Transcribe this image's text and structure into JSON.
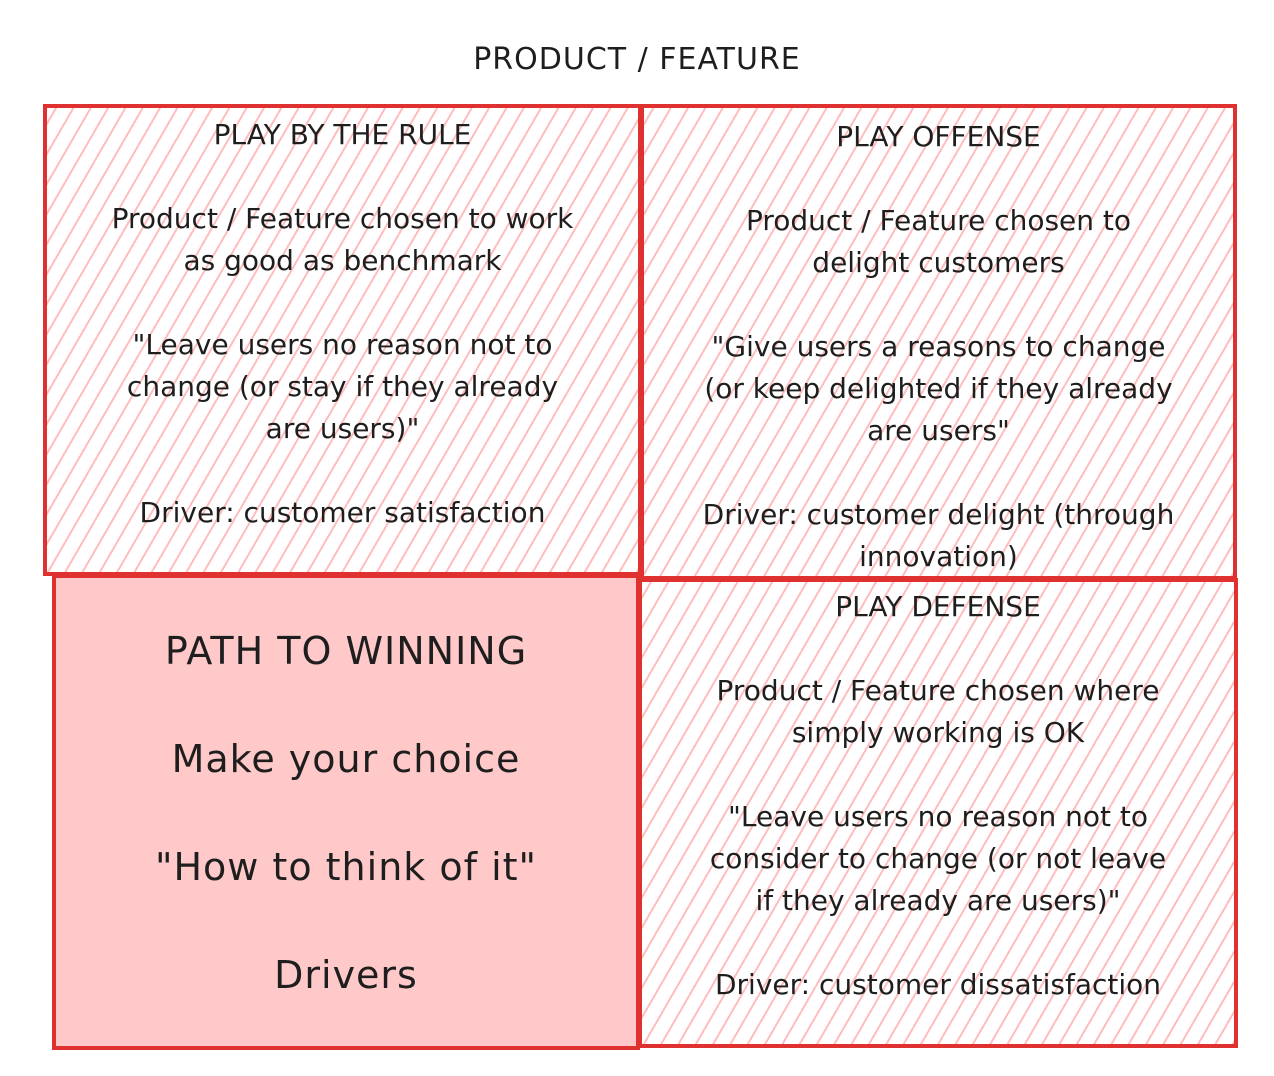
{
  "title": "PRODUCT / FEATURE",
  "quadrants": {
    "top_left": {
      "heading": "PLAY BY THE RULE",
      "lines": [
        "Product / Feature chosen to work",
        "as good as benchmark",
        "",
        "\"Leave users no reason not to",
        "change (or stay if they already",
        "are users)\"",
        "",
        "Driver: customer satisfaction"
      ]
    },
    "top_right": {
      "heading": "PLAY OFFENSE",
      "lines": [
        "Product / Feature chosen to",
        "delight customers",
        "",
        "\"Give users a reasons to change",
        "(or keep delighted if they already",
        "are users\"",
        "",
        "Driver: customer delight (through",
        "innovation)"
      ]
    },
    "bottom_left": {
      "lines": [
        "PATH TO WINNING",
        "",
        "Make your choice",
        "",
        "\"How to think of it\"",
        "",
        "Drivers"
      ]
    },
    "bottom_right": {
      "heading": "PLAY DEFENSE",
      "lines": [
        "Product / Feature chosen where",
        "simply working is OK",
        "",
        "\"Leave users no reason not to",
        "consider to change (or not leave",
        "if they already are users)\"",
        "",
        "Driver: customer dissatisfaction"
      ]
    }
  },
  "colors": {
    "stroke": "#e03131",
    "hatch": "#ff8787",
    "fill": "#ffc9c9",
    "text": "#1e1e1e"
  }
}
